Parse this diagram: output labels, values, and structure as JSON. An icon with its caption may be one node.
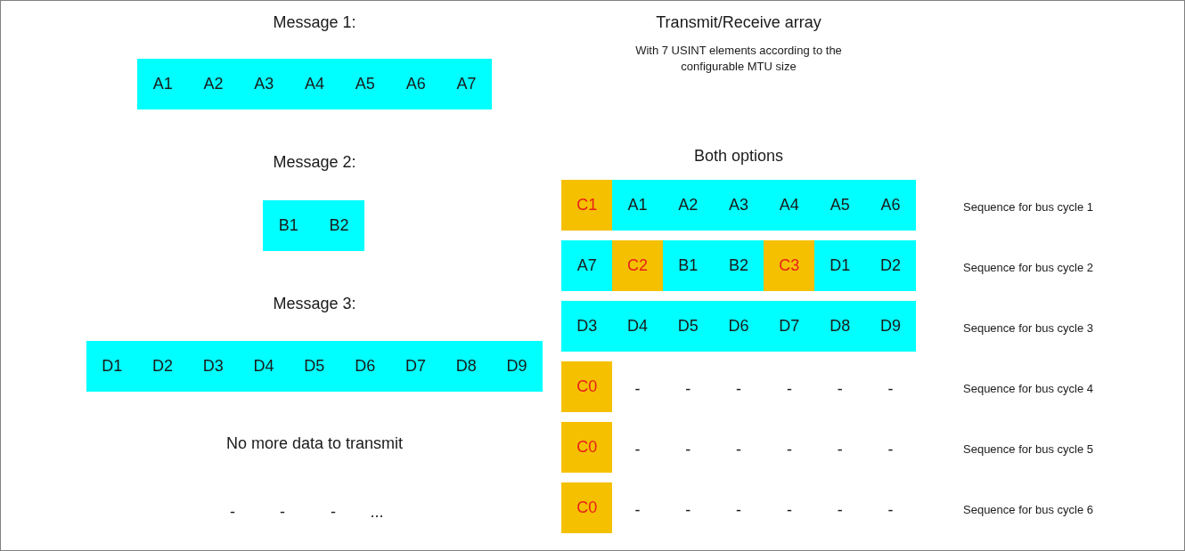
{
  "diagram": {
    "nodes": [
      {
        "text": [
          "A1"
        ]
      },
      {
        "text": [
          "A2"
        ]
      },
      {
        "text": [
          "A3"
        ]
      },
      {
        "text": [
          "A4"
        ]
      },
      {
        "text": [
          "A5"
        ]
      },
      {
        "text": [
          "A6"
        ]
      },
      {
        "text": [
          "A7"
        ]
      },
      {
        "text": [
          "B1"
        ]
      },
      {
        "text": [
          "B2"
        ]
      },
      {
        "text": [
          "D1"
        ]
      },
      {
        "text": [
          "D2"
        ]
      },
      {
        "text": [
          "D3"
        ]
      },
      {
        "text": [
          "D4"
        ]
      },
      {
        "text": [
          "D5"
        ]
      },
      {
        "text": [
          "D6"
        ]
      },
      {
        "text": [
          "D7"
        ]
      },
      {
        "text": [
          "D8"
        ]
      },
      {
        "text": [
          "D9"
        ]
      },
      {
        "text": [
          "C1"
        ]
      },
      {
        "text": [
          "A1"
        ]
      },
      {
        "text": [
          "A2"
        ]
      },
      {
        "text": [
          "A3"
        ]
      },
      {
        "text": [
          "A4"
        ]
      },
      {
        "text": [
          "A5"
        ]
      },
      {
        "text": [
          "A6"
        ]
      },
      {
        "text": [
          "A7"
        ]
      },
      {
        "text": [
          "C2"
        ]
      },
      {
        "text": [
          "B1"
        ]
      },
      {
        "text": [
          "B2"
        ]
      },
      {
        "text": [
          "C3"
        ]
      },
      {
        "text": [
          "D1"
        ]
      },
      {
        "text": [
          "D2"
        ]
      },
      {
        "text": [
          "D3"
        ]
      },
      {
        "text": [
          "D4"
        ]
      },
      {
        "text": [
          "D5"
        ]
      },
      {
        "text": [
          "D6"
        ]
      },
      {
        "text": [
          "D7"
        ]
      },
      {
        "text": [
          "D8"
        ]
      },
      {
        "text": [
          "D9"
        ]
      },
      {
        "text": [
          "C0"
        ]
      },
      {
        "text": [
          "C0"
        ]
      },
      {
        "text": [
          "C0"
        ]
      }
    ],
    "edges": [],
    "labels": [
      "Message 1:",
      "Transmit/Receive array",
      "With 7 USINT elements according to the configurable MTU size",
      "Message 2:",
      "Both options",
      "Sequence for bus cycle 1",
      "Sequence for bus cycle 2",
      "Message 3:",
      "Sequence for bus cycle 3",
      "-",
      "-",
      "-",
      "-",
      "-",
      "-",
      "Sequence for bus cycle 4",
      "No more data to transmit",
      "-",
      "-",
      "-",
      "-",
      "-",
      "-",
      "Sequence for bus cycle 5",
      "-",
      "-",
      "-",
      "...",
      "-",
      "-",
      "-",
      "-",
      "-",
      "-",
      "Sequence for bus cycle 6"
    ]
  }
}
